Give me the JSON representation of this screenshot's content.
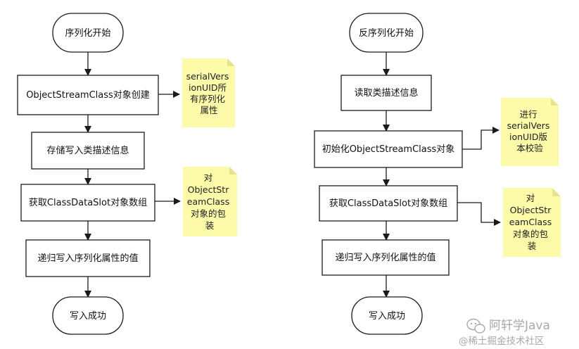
{
  "left_flow": {
    "start": "序列化开始",
    "step1": "ObjectStreamClass对象创建",
    "note1": [
      "serialVers",
      "ionUID所",
      "有序列化",
      "属性"
    ],
    "step2": "存储写入类描述信息",
    "step3": "获取ClassDataSlot对象数组",
    "note2": [
      "对",
      "ObjectStr",
      "eamClass",
      "对象的包",
      "装"
    ],
    "step4": "递归写入序列化属性的值",
    "end": "写入成功"
  },
  "right_flow": {
    "start": "反序列化开始",
    "step1": "读取类描述信息",
    "step2": "初始化ObjectStreamClass对象",
    "note1": [
      "进行",
      "serialVers",
      "ionUID版",
      "本校验"
    ],
    "step3": "获取ClassDataSlot对象数组",
    "note2": [
      "对",
      "ObjectStr",
      "eamClass",
      "对象的包",
      "装"
    ],
    "step4": "递归写入序列化属性的值",
    "end": "写入成功"
  },
  "watermark": {
    "line1": "阿轩学Java",
    "line2": "@稀土掘金技术社区"
  },
  "colors": {
    "line": "#1a1a1a",
    "note_fill": "#fdfbaa",
    "note_fold": "#e6e38f"
  }
}
